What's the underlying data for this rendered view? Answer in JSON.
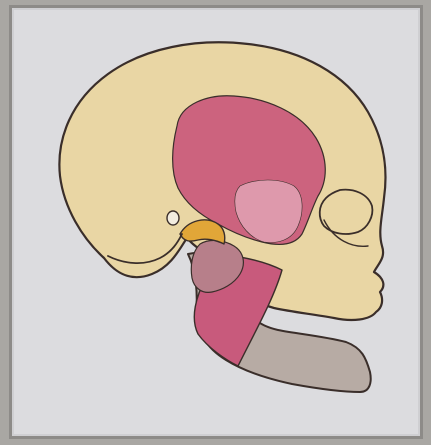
{
  "illustration": {
    "colors": {
      "background": "#dcdcdf",
      "skull": "#e9d6a4",
      "outline": "#3a2e2a",
      "temporalis": "#c9567a",
      "temporalis_light": "#e0a2b4",
      "masseter": "#c85a7c",
      "pterygoid": "#b77f8a",
      "mandible": "#b7aba4",
      "articular_disc": "#e1a638",
      "condyle": "#f2ecdf"
    },
    "components": [
      "cranium",
      "temporalis-muscle",
      "articular-disc",
      "mandibular-condyle",
      "lateral-pterygoid-muscle",
      "masseter-muscle",
      "mandible"
    ]
  }
}
